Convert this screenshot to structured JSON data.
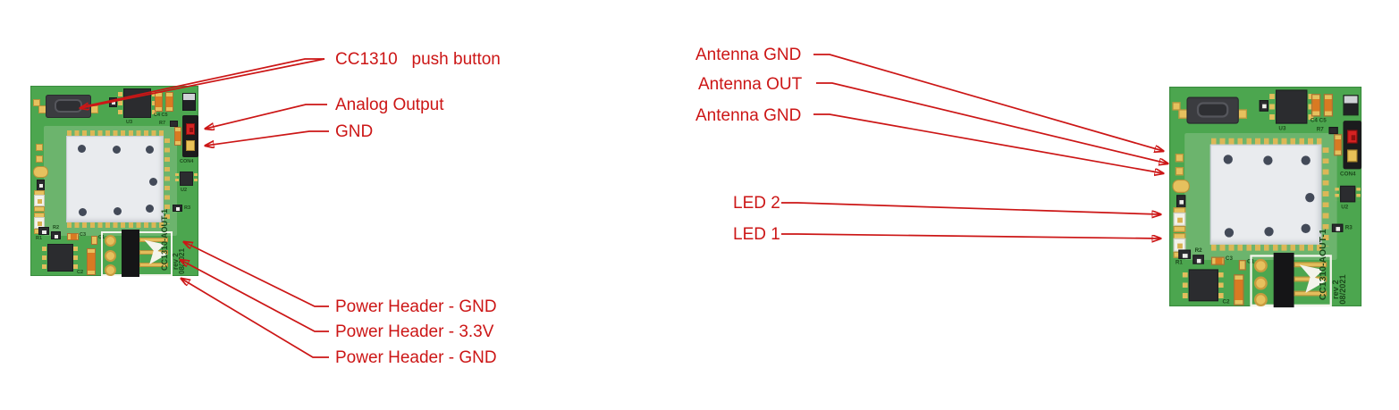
{
  "colors": {
    "annotation_red": "#cc1616",
    "pcb_green": "#4ca64f",
    "pour_green": "#6cb46d",
    "module_gray": "#e9ebee",
    "pad_gold": "#e6c15e"
  },
  "board": {
    "silkscreen_model": "CC1310-AOUT-1",
    "silkscreen_rev": "rev 2",
    "silkscreen_date": "08/2021",
    "refs": {
      "u3": "U3",
      "c4c5": "C4 C5",
      "r7": "R7",
      "con4": "CON4",
      "u2": "U2",
      "r3": "R3",
      "r1": "R1",
      "r2": "R2",
      "c3": "C3",
      "c1": "C1",
      "c2": "C2"
    }
  },
  "annotations": {
    "left": [
      {
        "label": "CC1310   push button"
      },
      {
        "label": "Analog Output"
      },
      {
        "label": "GND"
      },
      {
        "label": "Power Header - GND"
      },
      {
        "label": "Power Header - 3.3V"
      },
      {
        "label": "Power Header - GND"
      }
    ],
    "right": [
      {
        "label": "Antenna GND"
      },
      {
        "label": "Antenna OUT"
      },
      {
        "label": "Antenna GND"
      },
      {
        "label": "LED 2"
      },
      {
        "label": "LED 1"
      }
    ]
  }
}
